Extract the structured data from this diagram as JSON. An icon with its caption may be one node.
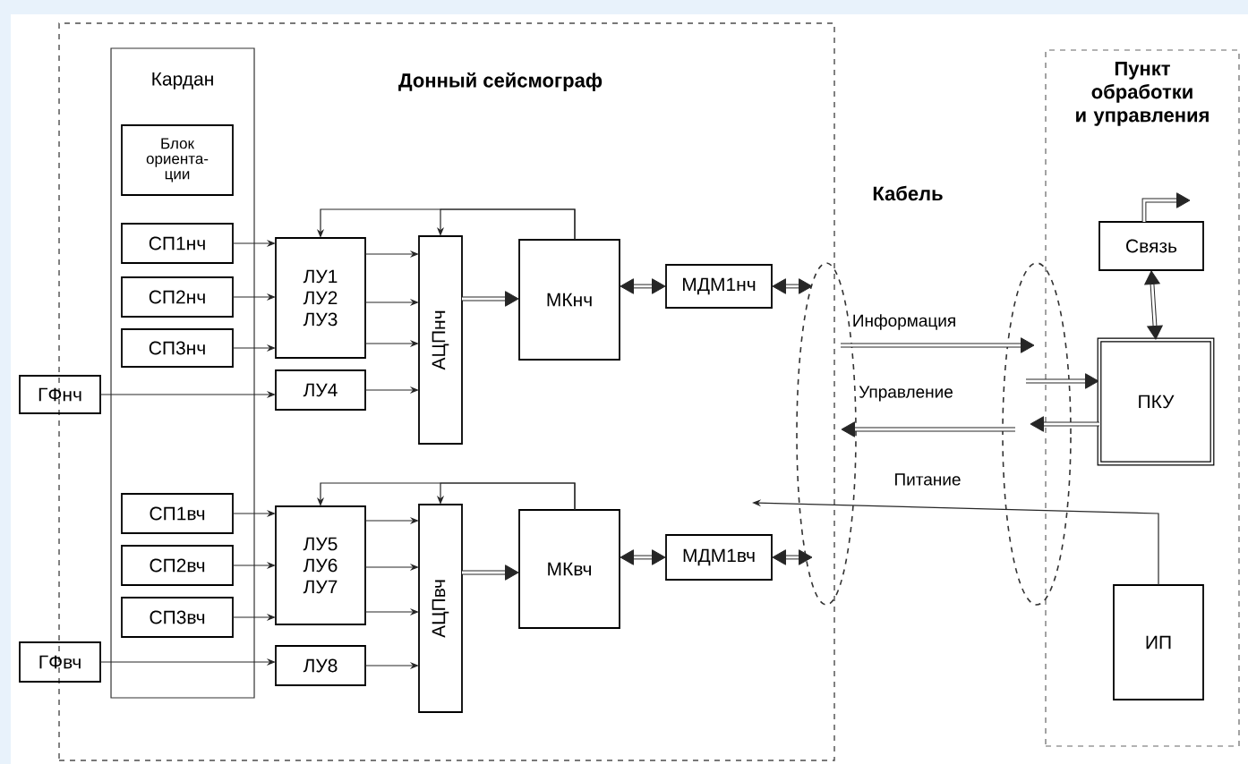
{
  "diagram": {
    "nodes": [
      {
        "text": [
          "Донный сейсмограф"
        ]
      },
      {
        "text": [
          "Кардан"
        ],
        "in": 0
      },
      {
        "text": [
          "Блок ориента-ции"
        ],
        "in": 1
      },
      {
        "text": [
          "СП1нч"
        ],
        "in": 1
      },
      {
        "text": [
          "СП2нч"
        ],
        "in": 1
      },
      {
        "text": [
          "СП3нч"
        ],
        "in": 1
      },
      {
        "text": [
          "ГФнч"
        ]
      },
      {
        "text": [
          "СП1вч"
        ],
        "in": 1
      },
      {
        "text": [
          "СП2вч"
        ],
        "in": 1
      },
      {
        "text": [
          "СП3вч"
        ],
        "in": 1
      },
      {
        "text": [
          "ГФвч"
        ]
      },
      {
        "text": [
          "ЛУ1 ЛУ2 ЛУ3"
        ],
        "in": 0
      },
      {
        "text": [
          "ЛУ4"
        ],
        "in": 0
      },
      {
        "text": [
          "АЦПнч"
        ],
        "in": 0
      },
      {
        "text": [
          "МКнч"
        ],
        "in": 0
      },
      {
        "text": [
          "МДМ1нч"
        ],
        "in": 0
      },
      {
        "text": [
          "ЛУ5 ЛУ6 ЛУ7"
        ],
        "in": 0
      },
      {
        "text": [
          "ЛУ8"
        ],
        "in": 0
      },
      {
        "text": [
          "АЦПвч"
        ],
        "in": 0
      },
      {
        "text": [
          "МКвч"
        ],
        "in": 0
      },
      {
        "text": [
          "МДМ1вч"
        ],
        "in": 0
      },
      {
        "text": [
          "Пункт обработки и управления"
        ]
      },
      {
        "text": [
          "Связь"
        ],
        "in": 21
      },
      {
        "text": [
          "ПКУ"
        ],
        "in": 21
      },
      {
        "text": [
          "ИП"
        ],
        "in": 21
      },
      {
        "text": [],
        "shape": "ellipse"
      },
      {
        "text": [],
        "shape": "ellipse"
      }
    ],
    "edges": [
      {
        "from": 3,
        "to": 11,
        "arrow": "to"
      },
      {
        "from": 4,
        "to": 11,
        "arrow": "to"
      },
      {
        "from": 5,
        "to": 11,
        "arrow": "to"
      },
      {
        "from": 6,
        "to": 12,
        "arrow": "to"
      },
      {
        "from": 11,
        "to": 13,
        "arrow": "to"
      },
      {
        "from": 11,
        "to": 13,
        "arrow": "to"
      },
      {
        "from": 11,
        "to": 13,
        "arrow": "to"
      },
      {
        "from": 12,
        "to": 13,
        "arrow": "to"
      },
      {
        "from": 13,
        "to": 14,
        "arrow": "to",
        "style": "thick"
      },
      {
        "from": 14,
        "to": 13,
        "arrow": "to"
      },
      {
        "from": 14,
        "to": 11,
        "arrow": "to"
      },
      {
        "from": 14,
        "to": 15,
        "arrow": "both",
        "style": "thick"
      },
      {
        "from": 15,
        "to": 25,
        "arrow": "both",
        "style": "thick"
      },
      {
        "from": 7,
        "to": 16,
        "arrow": "to"
      },
      {
        "from": 8,
        "to": 16,
        "arrow": "to"
      },
      {
        "from": 9,
        "to": 16,
        "arrow": "to"
      },
      {
        "from": 10,
        "to": 17,
        "arrow": "to"
      },
      {
        "from": 16,
        "to": 18,
        "arrow": "to"
      },
      {
        "from": 16,
        "to": 18,
        "arrow": "to"
      },
      {
        "from": 16,
        "to": 18,
        "arrow": "to"
      },
      {
        "from": 17,
        "to": 18,
        "arrow": "to"
      },
      {
        "from": 18,
        "to": 19,
        "arrow": "to",
        "style": "thick"
      },
      {
        "from": 19,
        "to": 18,
        "arrow": "to"
      },
      {
        "from": 19,
        "to": 16,
        "arrow": "to"
      },
      {
        "from": 19,
        "to": 20,
        "arrow": "both",
        "style": "thick"
      },
      {
        "from": 20,
        "to": 25,
        "arrow": "both",
        "style": "thick"
      },
      {
        "from": 25,
        "to": 26,
        "arrow": "to",
        "style": "thick",
        "label": "Информация"
      },
      {
        "from": 26,
        "to": 23,
        "arrow": "to",
        "style": "thick"
      },
      {
        "from": 23,
        "to": 26,
        "arrow": "to",
        "style": "thick"
      },
      {
        "from": 26,
        "to": 25,
        "arrow": "to",
        "style": "thick",
        "label": "Управление"
      },
      {
        "from": 24,
        "to": null,
        "arrow": "to",
        "label": "Питание"
      },
      {
        "from": 22,
        "to": 23,
        "arrow": "both",
        "style": "thick"
      },
      {
        "from": 22,
        "to": null,
        "arrow": "to",
        "style": "thick"
      }
    ],
    "labels": [
      "Кабель"
    ]
  }
}
